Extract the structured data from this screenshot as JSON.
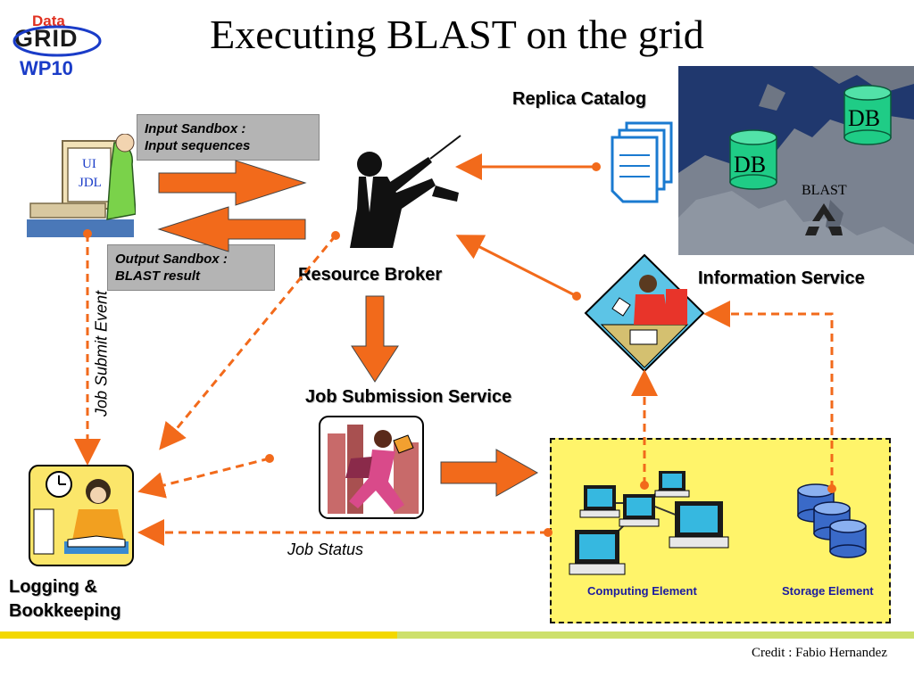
{
  "title": "Executing BLAST on the grid",
  "logo": {
    "top": "Data",
    "middle": "GRID",
    "bottom": "WP10"
  },
  "input_sandbox": {
    "line1": "Input Sandbox :",
    "line2": "Input sequences"
  },
  "output_sandbox": {
    "line1": "Output Sandbox :",
    "line2": "BLAST result"
  },
  "ui_screen": {
    "line1": "UI",
    "line2": "JDL"
  },
  "nodes": {
    "resource_broker": "Resource Broker",
    "replica_catalog": "Replica Catalog",
    "information_service": "Information Service",
    "job_submission_service": "Job Submission Service",
    "logging_line1": "Logging &",
    "logging_line2": "Bookkeeping",
    "computing_element": "Computing Element",
    "storage_element": "Storage Element"
  },
  "map": {
    "db1": "DB",
    "db2": "DB",
    "blast": "BLAST"
  },
  "edges": {
    "job_submit_event": "Job Submit Event",
    "job_status": "Job Status"
  },
  "credit": "Credit : Fabio Hernandez",
  "colors": {
    "arrow": "#f26a1b",
    "yellow_box": "#fff46a",
    "db": "#1fcc86",
    "logo_blue": "#1a3cc8"
  }
}
